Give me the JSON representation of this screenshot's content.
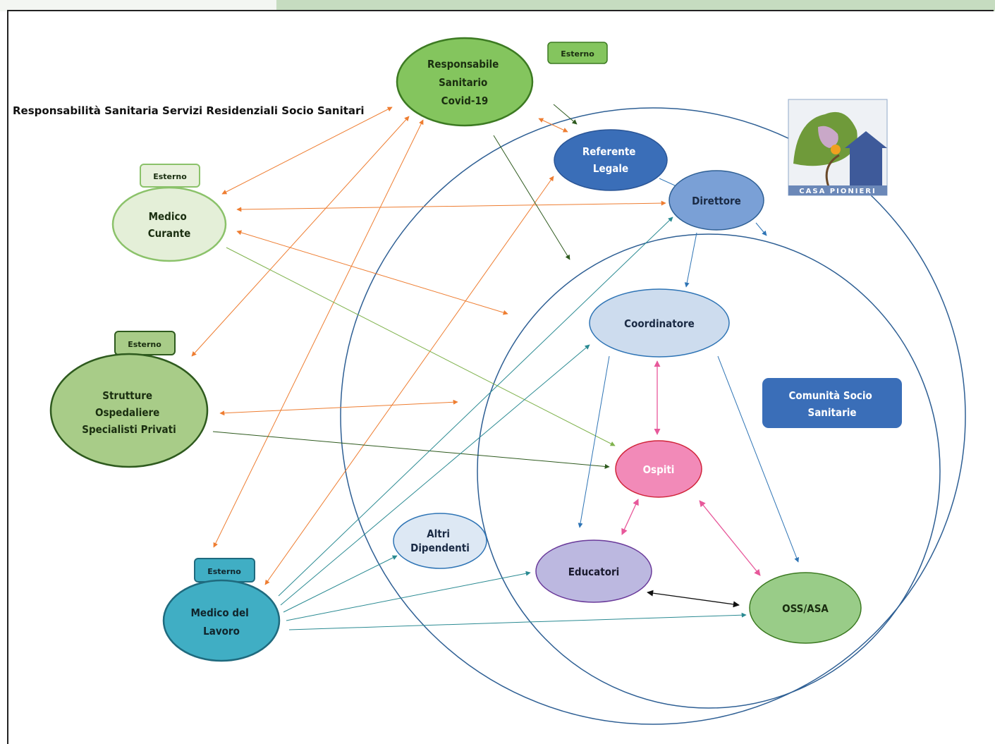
{
  "title": "Responsabilità Sanitaria Servizi Residenziali Socio Sanitari",
  "external_label": "Esterno",
  "nodes": {
    "responsabile": [
      "Responsabile",
      "Sanitario",
      "Covid-19"
    ],
    "referente": [
      "Referente",
      "Legale"
    ],
    "direttore": [
      "Direttore"
    ],
    "medico_curante": [
      "Medico",
      "Curante"
    ],
    "strutture": [
      "Strutture",
      "Ospedaliere",
      "Specialisti Privati"
    ],
    "coordinatore": [
      "Coordinatore"
    ],
    "comunita": [
      "Comunità Socio",
      "Sanitarie"
    ],
    "ospiti": [
      "Ospiti"
    ],
    "altri": [
      "Altri",
      "Dipendenti"
    ],
    "educatori": [
      "Educatori"
    ],
    "oss": [
      "OSS/ASA"
    ],
    "medico_lavoro": [
      "Medico del",
      "Lavoro"
    ]
  },
  "logo_text": "CASA PIONIERI",
  "colors": {
    "orange": "#ee7d31",
    "dark_green": "#2e5a1e",
    "blue": "#2e74b5",
    "teal": "#2a8a92",
    "pink": "#e7589a",
    "black": "#111111",
    "light_green": "#7fb24d"
  }
}
